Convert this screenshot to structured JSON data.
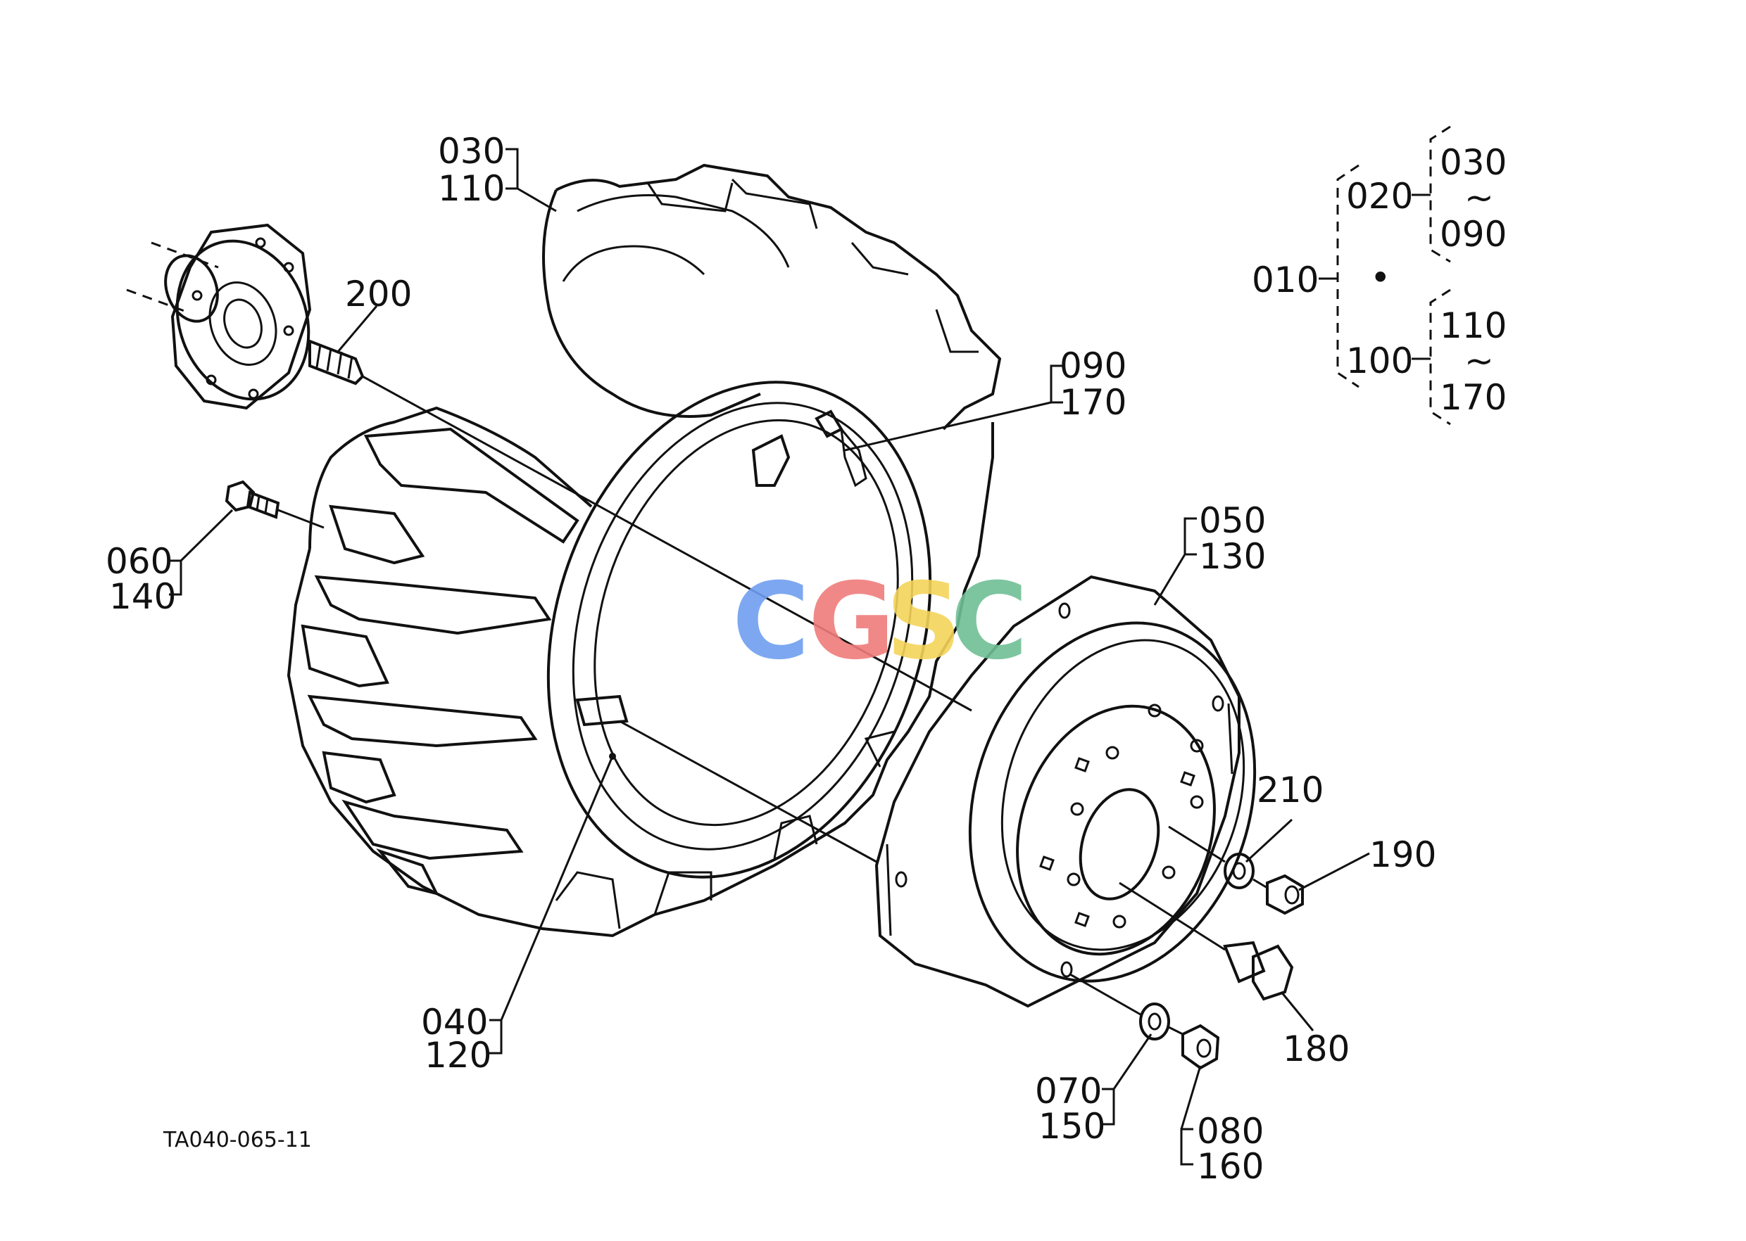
{
  "drawing_id": "TA040-065-11",
  "watermark": {
    "letters": [
      "C",
      "G",
      "S",
      "C"
    ],
    "colors": [
      "#6f9ff0",
      "#f07c7c",
      "#f5d45a",
      "#6fbf95"
    ]
  },
  "callouts": {
    "c030_110": [
      "030",
      "110"
    ],
    "c200": [
      "200"
    ],
    "c090_170": [
      "090",
      "170"
    ],
    "c060_140": [
      "060",
      "140"
    ],
    "c050_130": [
      "050",
      "130"
    ],
    "c210": [
      "210"
    ],
    "c190": [
      "190"
    ],
    "c180": [
      "180"
    ],
    "c040_120": [
      "040",
      "120"
    ],
    "c070_150": [
      "070",
      "150"
    ],
    "c080_160": [
      "080",
      "160"
    ]
  },
  "hierarchy": {
    "root": "010",
    "dot": "•",
    "branches": [
      {
        "code": "020",
        "range_start": "030",
        "tilde": "~",
        "range_end": "090"
      },
      {
        "code": "100",
        "range_start": "110",
        "tilde": "~",
        "range_end": "170"
      }
    ]
  }
}
